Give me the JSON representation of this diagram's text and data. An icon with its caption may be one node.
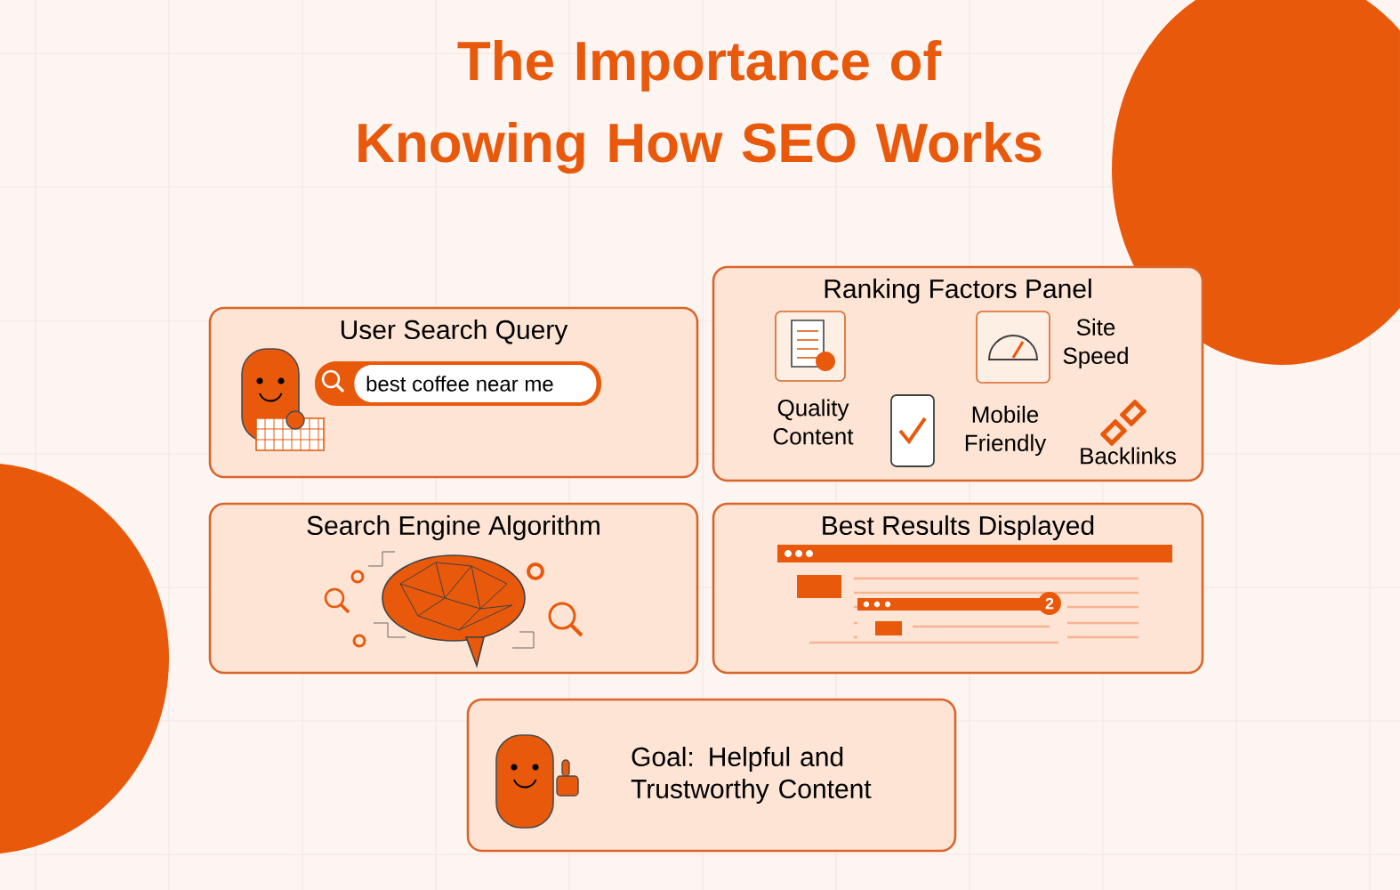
{
  "diagram": {
    "title": "The Importance of Knowing How SEO Works",
    "nodes": [
      {
        "text": [
          "User Search Query"
        ]
      },
      {
        "text": [
          "Ranking Factors Panel"
        ]
      },
      {
        "text": [
          "Search Engine Algorithm"
        ]
      },
      {
        "text": [
          "Best Results Displayed"
        ]
      },
      {
        "text": [
          "Goal: Helpful and Trustworthy Content"
        ]
      },
      {
        "text": [
          "best coffee near me"
        ],
        "in": 0
      },
      {
        "text": [
          "2"
        ],
        "in": 3
      }
    ],
    "labels": [
      "Quality Content",
      "Site Speed",
      "Mobile Friendly",
      "Backlinks"
    ]
  }
}
